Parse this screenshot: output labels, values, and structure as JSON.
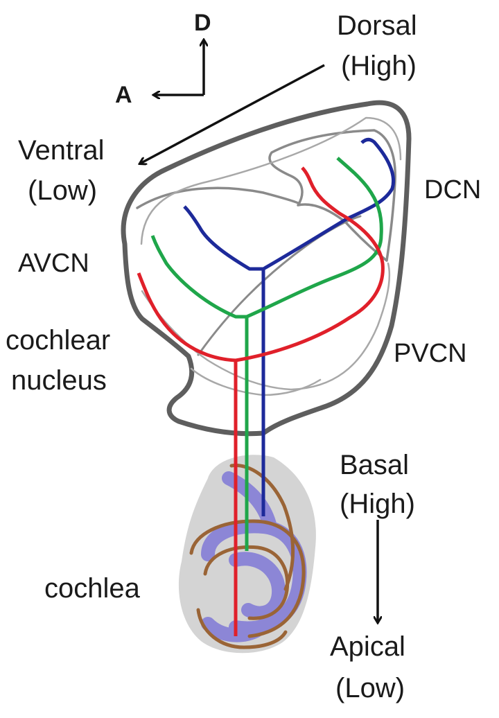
{
  "axes": {
    "vertical_label": "D",
    "horizontal_label": "A"
  },
  "labels": {
    "dorsal_line1": "Dorsal",
    "dorsal_line2": "(High)",
    "ventral_line1": "Ventral",
    "ventral_line2": "(Low)",
    "dcn": "DCN",
    "avcn": "AVCN",
    "pvcn": "PVCN",
    "cochlear_nucleus_line1": "cochlear",
    "cochlear_nucleus_line2": "nucleus",
    "cochlea": "cochlea",
    "basal_line1": "Basal",
    "basal_line2": "(High)",
    "apical_line1": "Apical",
    "apical_line2": "(Low)"
  },
  "colors": {
    "outline_dark": "#5e5e5e",
    "outline_mid": "#8a8a8a",
    "outline_light": "#a8a8a8",
    "fiber_red": "#e0202a",
    "fiber_green": "#1fa64a",
    "fiber_blue": "#1d2a9a",
    "cochlea_halo": "#d4d4d4",
    "cochlea_duct": "#8c86d6",
    "cochlea_nerve": "#9a6436",
    "arrow": "#111111"
  }
}
